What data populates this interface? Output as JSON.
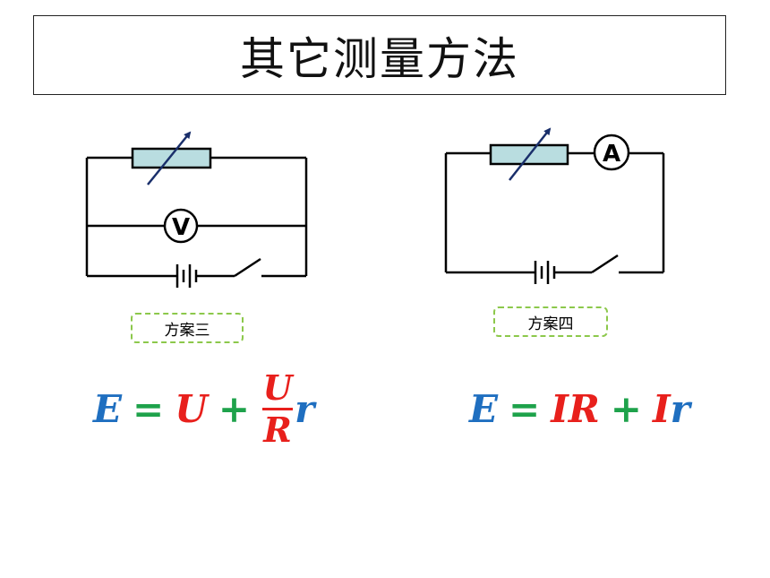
{
  "title": "其它测量方法",
  "schemes": [
    {
      "label": "方案三",
      "meter": "V"
    },
    {
      "label": "方案四",
      "meter": "A"
    }
  ],
  "formula3": {
    "E": "E",
    "eq": "=",
    "U": "U",
    "plus": "+",
    "num": "U",
    "den": "R",
    "r": "r"
  },
  "formula4": {
    "E": "E",
    "eq": "=",
    "IR": "IR",
    "plus": "+",
    "I": "I",
    "r": "r"
  },
  "colors": {
    "emf": "#1f6fc0",
    "variable": "#e8201c",
    "operator": "#1ea24b",
    "rheostat": "#b9dde0",
    "label_border": "#8cc84b",
    "arrow": "#1a2f6b"
  },
  "icons": [
    "variable-resistor-icon",
    "voltmeter-icon",
    "ammeter-icon",
    "battery-icon",
    "switch-icon"
  ]
}
